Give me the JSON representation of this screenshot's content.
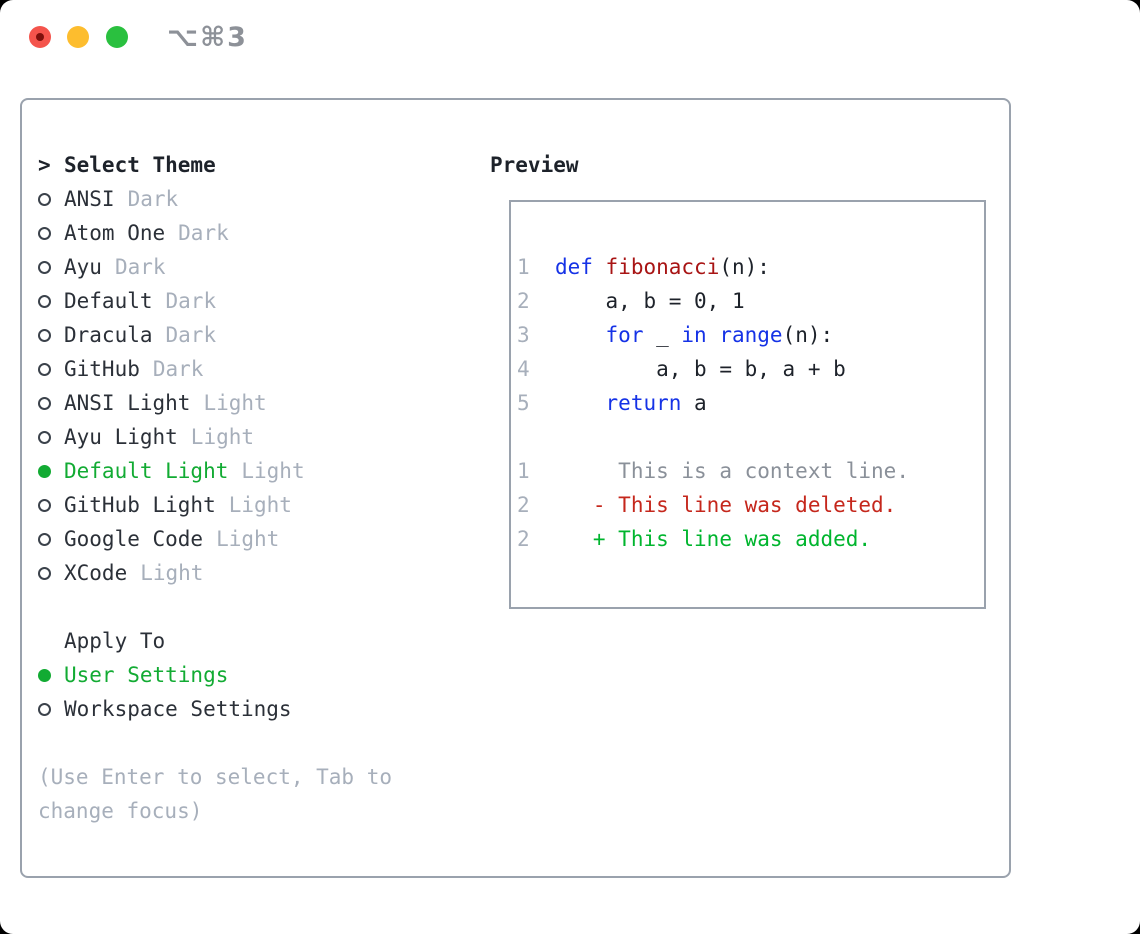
{
  "window": {
    "shortcut": "⌥⌘3"
  },
  "colors": {
    "selection_green": "#12ab33",
    "keyword_blue": "#1532e6",
    "function_red": "#a81414",
    "deleted_red": "#c5271c",
    "added_green": "#00b52e",
    "context_gray": "#8a9099",
    "muted_gray": "#a7afbb",
    "text_dark": "#2b3038",
    "border_gray": "#9aa2ad",
    "traffic_red": "#f4544c",
    "traffic_yellow": "#fdbd2e",
    "traffic_green": "#2ac03f"
  },
  "theme_picker": {
    "title_marker": ">",
    "title": "Select Theme",
    "items": [
      {
        "name": "ANSI",
        "variant": "Dark",
        "selected": false
      },
      {
        "name": "Atom One",
        "variant": "Dark",
        "selected": false
      },
      {
        "name": "Ayu",
        "variant": "Dark",
        "selected": false
      },
      {
        "name": "Default",
        "variant": "Dark",
        "selected": false
      },
      {
        "name": "Dracula",
        "variant": "Dark",
        "selected": false
      },
      {
        "name": "GitHub",
        "variant": "Dark",
        "selected": false
      },
      {
        "name": "ANSI Light",
        "variant": "Light",
        "selected": false
      },
      {
        "name": "Ayu Light",
        "variant": "Light",
        "selected": false
      },
      {
        "name": "Default Light",
        "variant": "Light",
        "selected": true
      },
      {
        "name": "GitHub Light",
        "variant": "Light",
        "selected": false
      },
      {
        "name": "Google Code",
        "variant": "Light",
        "selected": false
      },
      {
        "name": "XCode",
        "variant": "Light",
        "selected": false
      }
    ]
  },
  "apply_to": {
    "title": "Apply To",
    "options": [
      {
        "label": "User Settings",
        "selected": true
      },
      {
        "label": "Workspace Settings",
        "selected": false
      }
    ]
  },
  "help_text": "(Use Enter to select, Tab to change focus)",
  "preview": {
    "title": "Preview",
    "code_lines": [
      {
        "number": "1",
        "segments": [
          {
            "t": "def",
            "c": "kw"
          },
          {
            "t": " ",
            "c": "pl"
          },
          {
            "t": "fibonacci",
            "c": "fn"
          },
          {
            "t": "(n):",
            "c": "pl"
          }
        ]
      },
      {
        "number": "2",
        "segments": [
          {
            "t": "    a, b = 0, 1",
            "c": "pl"
          }
        ]
      },
      {
        "number": "3",
        "segments": [
          {
            "t": "    ",
            "c": "pl"
          },
          {
            "t": "for",
            "c": "kw"
          },
          {
            "t": " _ ",
            "c": "pl"
          },
          {
            "t": "in",
            "c": "kw"
          },
          {
            "t": " ",
            "c": "pl"
          },
          {
            "t": "range",
            "c": "kw"
          },
          {
            "t": "(n):",
            "c": "pl"
          }
        ]
      },
      {
        "number": "4",
        "segments": [
          {
            "t": "        a, b = b, a + b",
            "c": "pl"
          }
        ]
      },
      {
        "number": "5",
        "segments": [
          {
            "t": "    ",
            "c": "pl"
          },
          {
            "t": "return",
            "c": "kw"
          },
          {
            "t": " a",
            "c": "pl"
          }
        ]
      }
    ],
    "diff_lines": [
      {
        "number": "1",
        "marker": "",
        "text": "This is a context line.",
        "type": "context"
      },
      {
        "number": "2",
        "marker": "-",
        "text": "This line was deleted.",
        "type": "deleted"
      },
      {
        "number": "2",
        "marker": "+",
        "text": "This line was added.",
        "type": "added"
      }
    ]
  }
}
